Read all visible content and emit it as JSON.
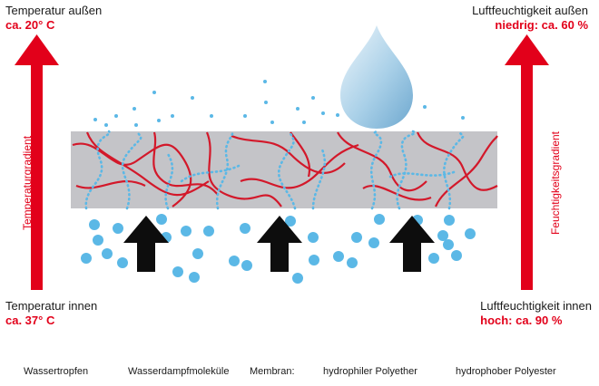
{
  "outside_temp": {
    "title": "Temperatur außen",
    "value": "ca. 20° C"
  },
  "inside_temp": {
    "title": "Temperatur innen",
    "value": "ca. 37° C"
  },
  "outside_humidity": {
    "title": "Luftfeuchtigkeit außen",
    "value": "niedrig: ca. 60 %"
  },
  "inside_humidity": {
    "title": "Luftfeuchtigkeit innen",
    "value": "hoch: ca. 90 %"
  },
  "gradients": {
    "left": "Temperaturgradient",
    "right": "Feuchtigkeitsgradient"
  },
  "legend": {
    "droplet": "Wassertropfen",
    "molecules": "Wasserdampfmoleküle",
    "membrane": "Membran:",
    "hydrophilic": "hydrophiler Polyether",
    "hydrophobic": "hydrophober Polyester"
  },
  "colors": {
    "accent_red": "#e2001a",
    "molecule_blue": "#5bb8e6",
    "membrane_grey": "#c4c4c8",
    "polyether_red": "#d3182a",
    "droplet_light": "#dcedf7",
    "droplet_dark": "#7fb6d8",
    "arrow_black": "#0d0d0d"
  }
}
